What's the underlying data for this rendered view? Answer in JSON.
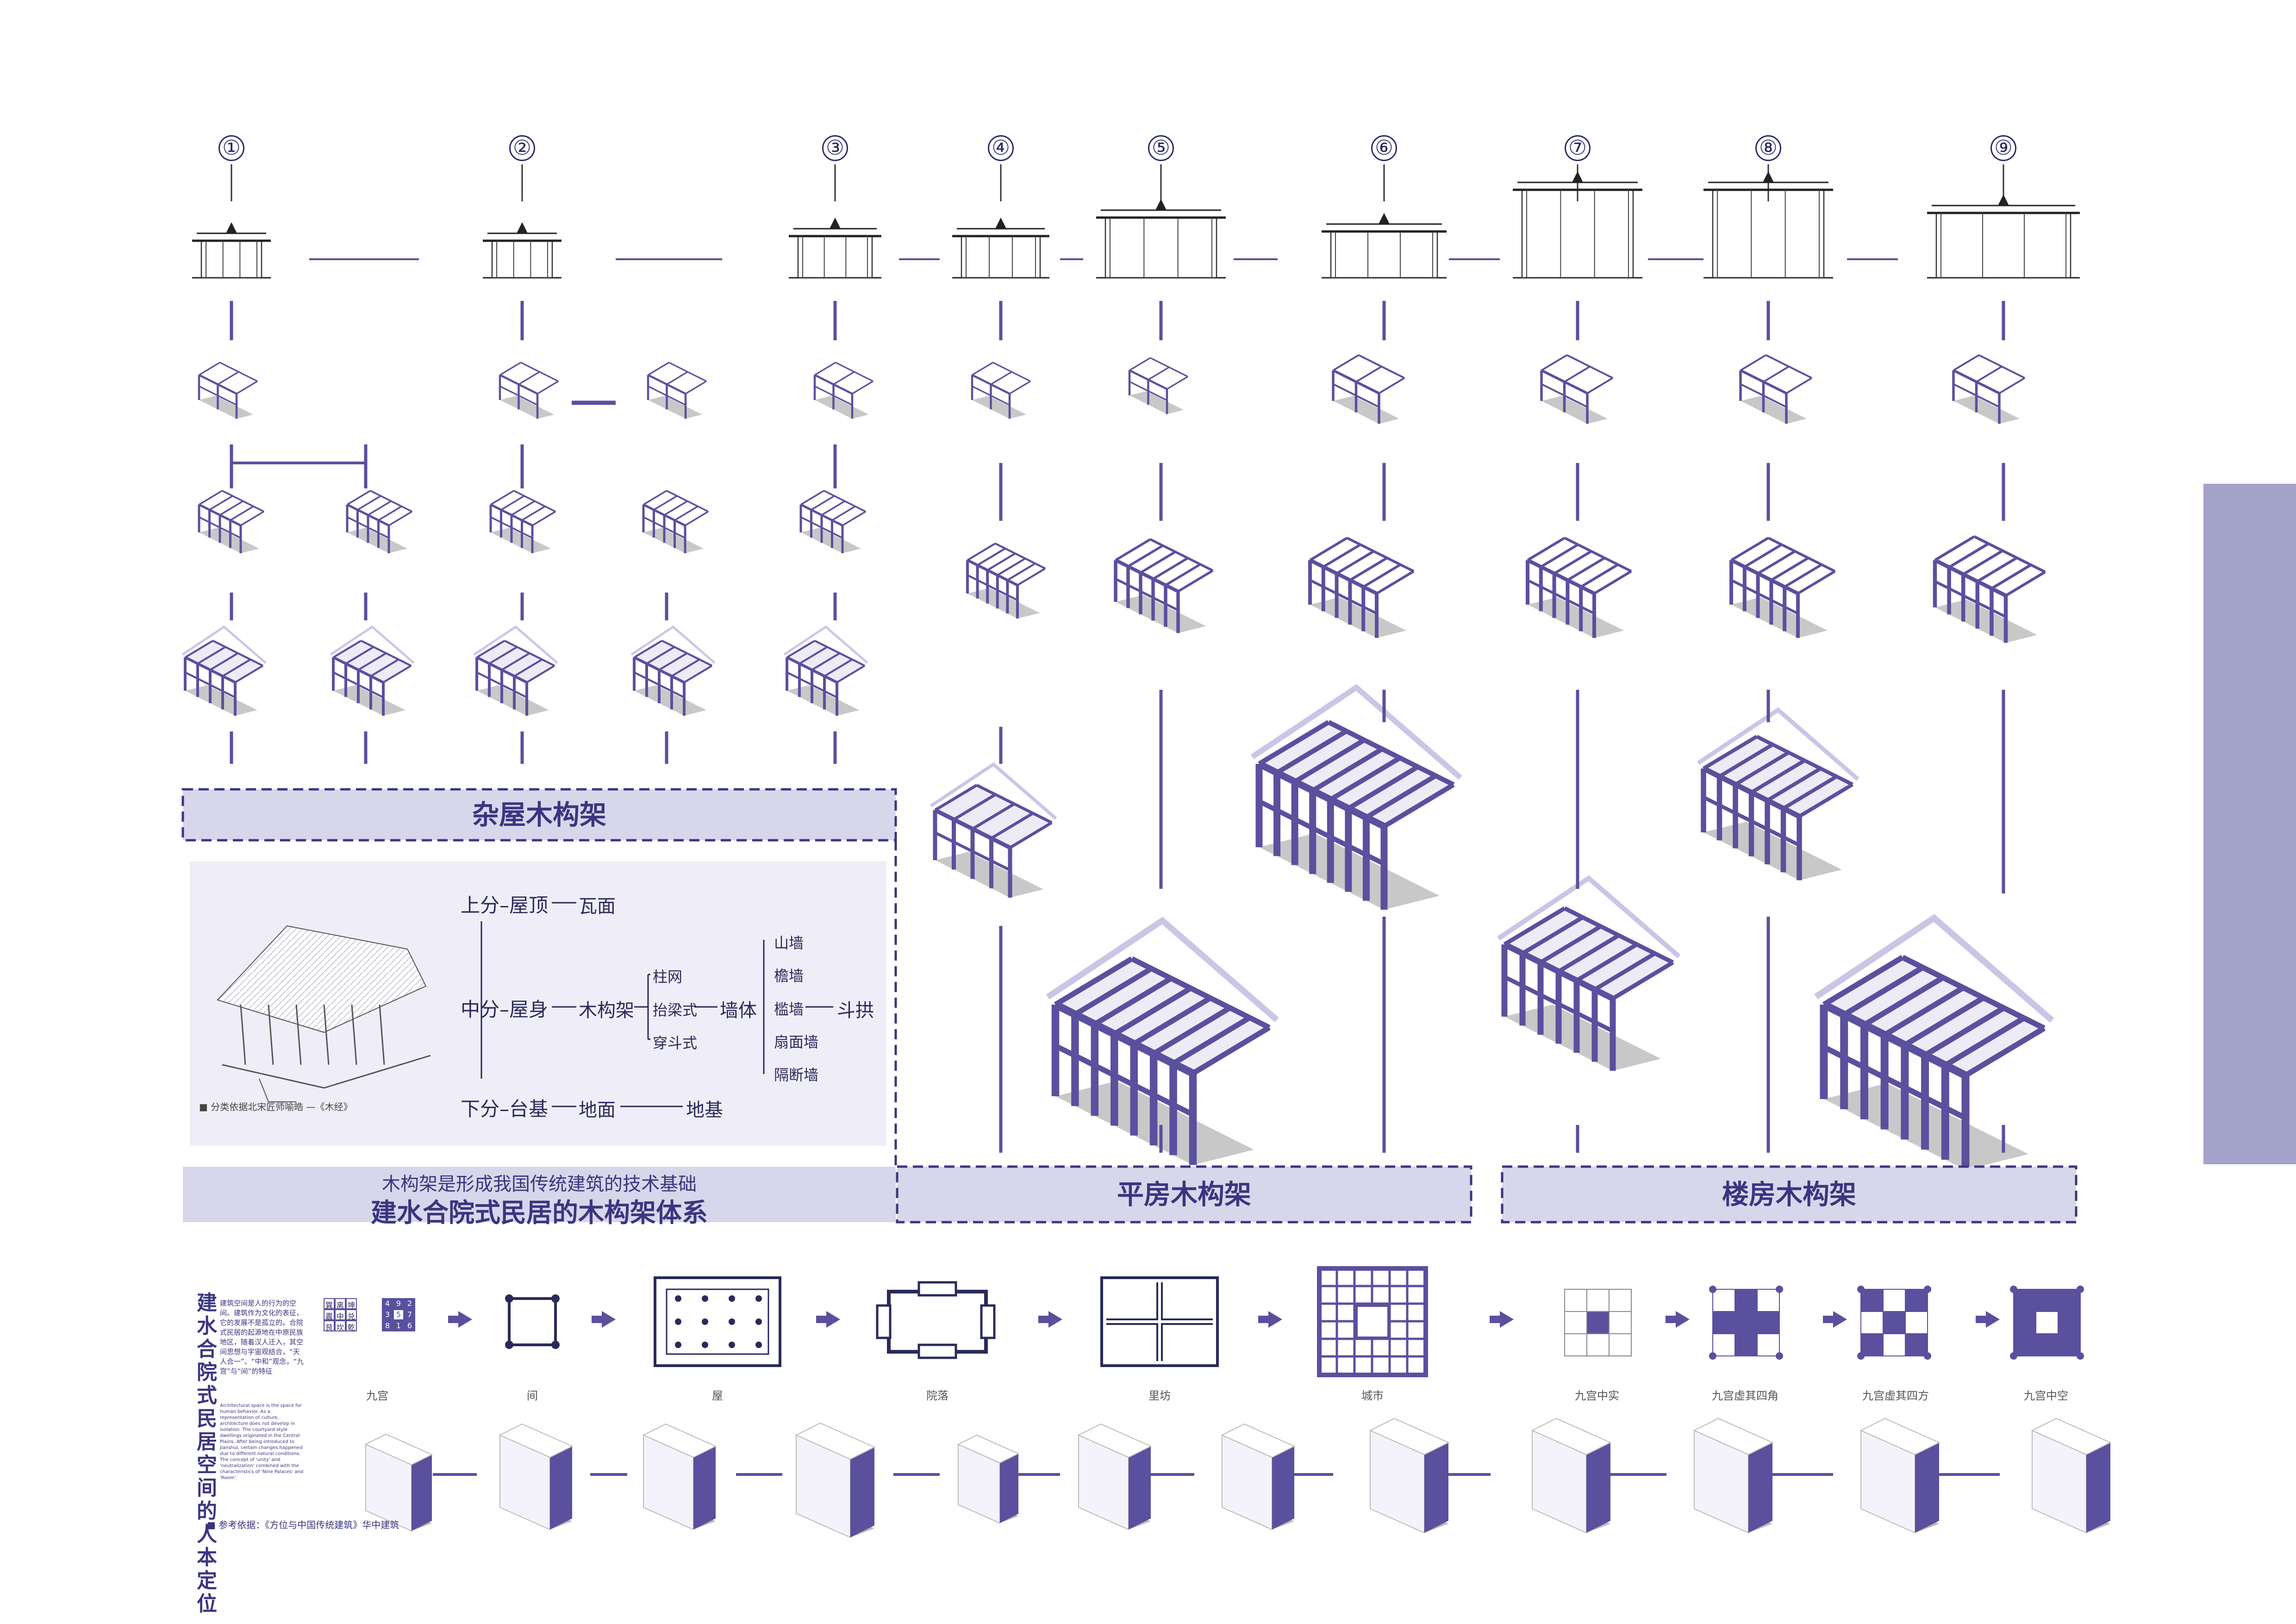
{
  "colors": {
    "accent": "#5a509e",
    "light": "#e8e6f4",
    "panel": "#d8d6ea",
    "sidebar": "#a3a3c9"
  },
  "columns": [
    {
      "num": "①"
    },
    {
      "num": "②"
    },
    {
      "num": "③"
    },
    {
      "num": "④"
    },
    {
      "num": "⑤"
    },
    {
      "num": "⑥"
    },
    {
      "num": "⑦"
    },
    {
      "num": "⑧"
    },
    {
      "num": "⑨"
    }
  ],
  "panels": {
    "zawu": "杂屋木构架",
    "pingfang": "平房木构架",
    "loufang": "楼房木构架",
    "subtitle": "木构架是形成我国传统建筑的技术基础",
    "main_title": "建水合院式民居的木构架体系"
  },
  "tree": {
    "top": "上分–屋顶",
    "top_leaf": "瓦面",
    "mid": "中分–屋身",
    "frame": "木构架",
    "frame_types": [
      "柱网",
      "抬梁式",
      "穿斗式"
    ],
    "wall": "墙体",
    "wall_types": [
      "山墙",
      "檐墙",
      "槛墙",
      "扇面墙",
      "隔断墙"
    ],
    "bracket": "斗拱",
    "bottom": "下分–台基",
    "ground": "地面",
    "foundation": "地基",
    "caption": "■ 分类依据北宋匠师喻皓 —《木经》"
  },
  "lower": {
    "vertical_title": "建水合院式民居空间的人本定位",
    "para_cn": "建筑空间是人的行为的空间。建筑作为文化的表征，它的发展不是孤立的。合院式民居的起源地在中原民族地区，随着汉人迁入，其空间思想与宇宙观结合，“天人合一”、“中和”观念，“九宫”与“间”的特征",
    "para_en": "Architectural space is the space for human behavior. As a representation of culture, architecture does not develop in isolation. The courtyard-style dwellings originated in the Central Plains. After being introduced to Jianshui, certain changes happened due to different natural conditions. The concept of 'unity' and 'neutralization' combined with the characteristics of 'Nine Palaces' and 'Room'.",
    "nine_grid": [
      "巽",
      "离",
      "坤",
      "震",
      "中",
      "兑",
      "艮",
      "坎",
      "乾"
    ],
    "num_grid": [
      "4",
      "9",
      "2",
      "3",
      "5",
      "7",
      "8",
      "1",
      "6"
    ],
    "captions": [
      "九宫",
      "间",
      "屋",
      "院落",
      "里坊",
      "城市",
      "九宫中实",
      "九宫虚其四角",
      "九宫虚其四方",
      "九宫中空"
    ],
    "reference": "■ 参考依据：《方位与中国传统建筑》华中建筑"
  }
}
